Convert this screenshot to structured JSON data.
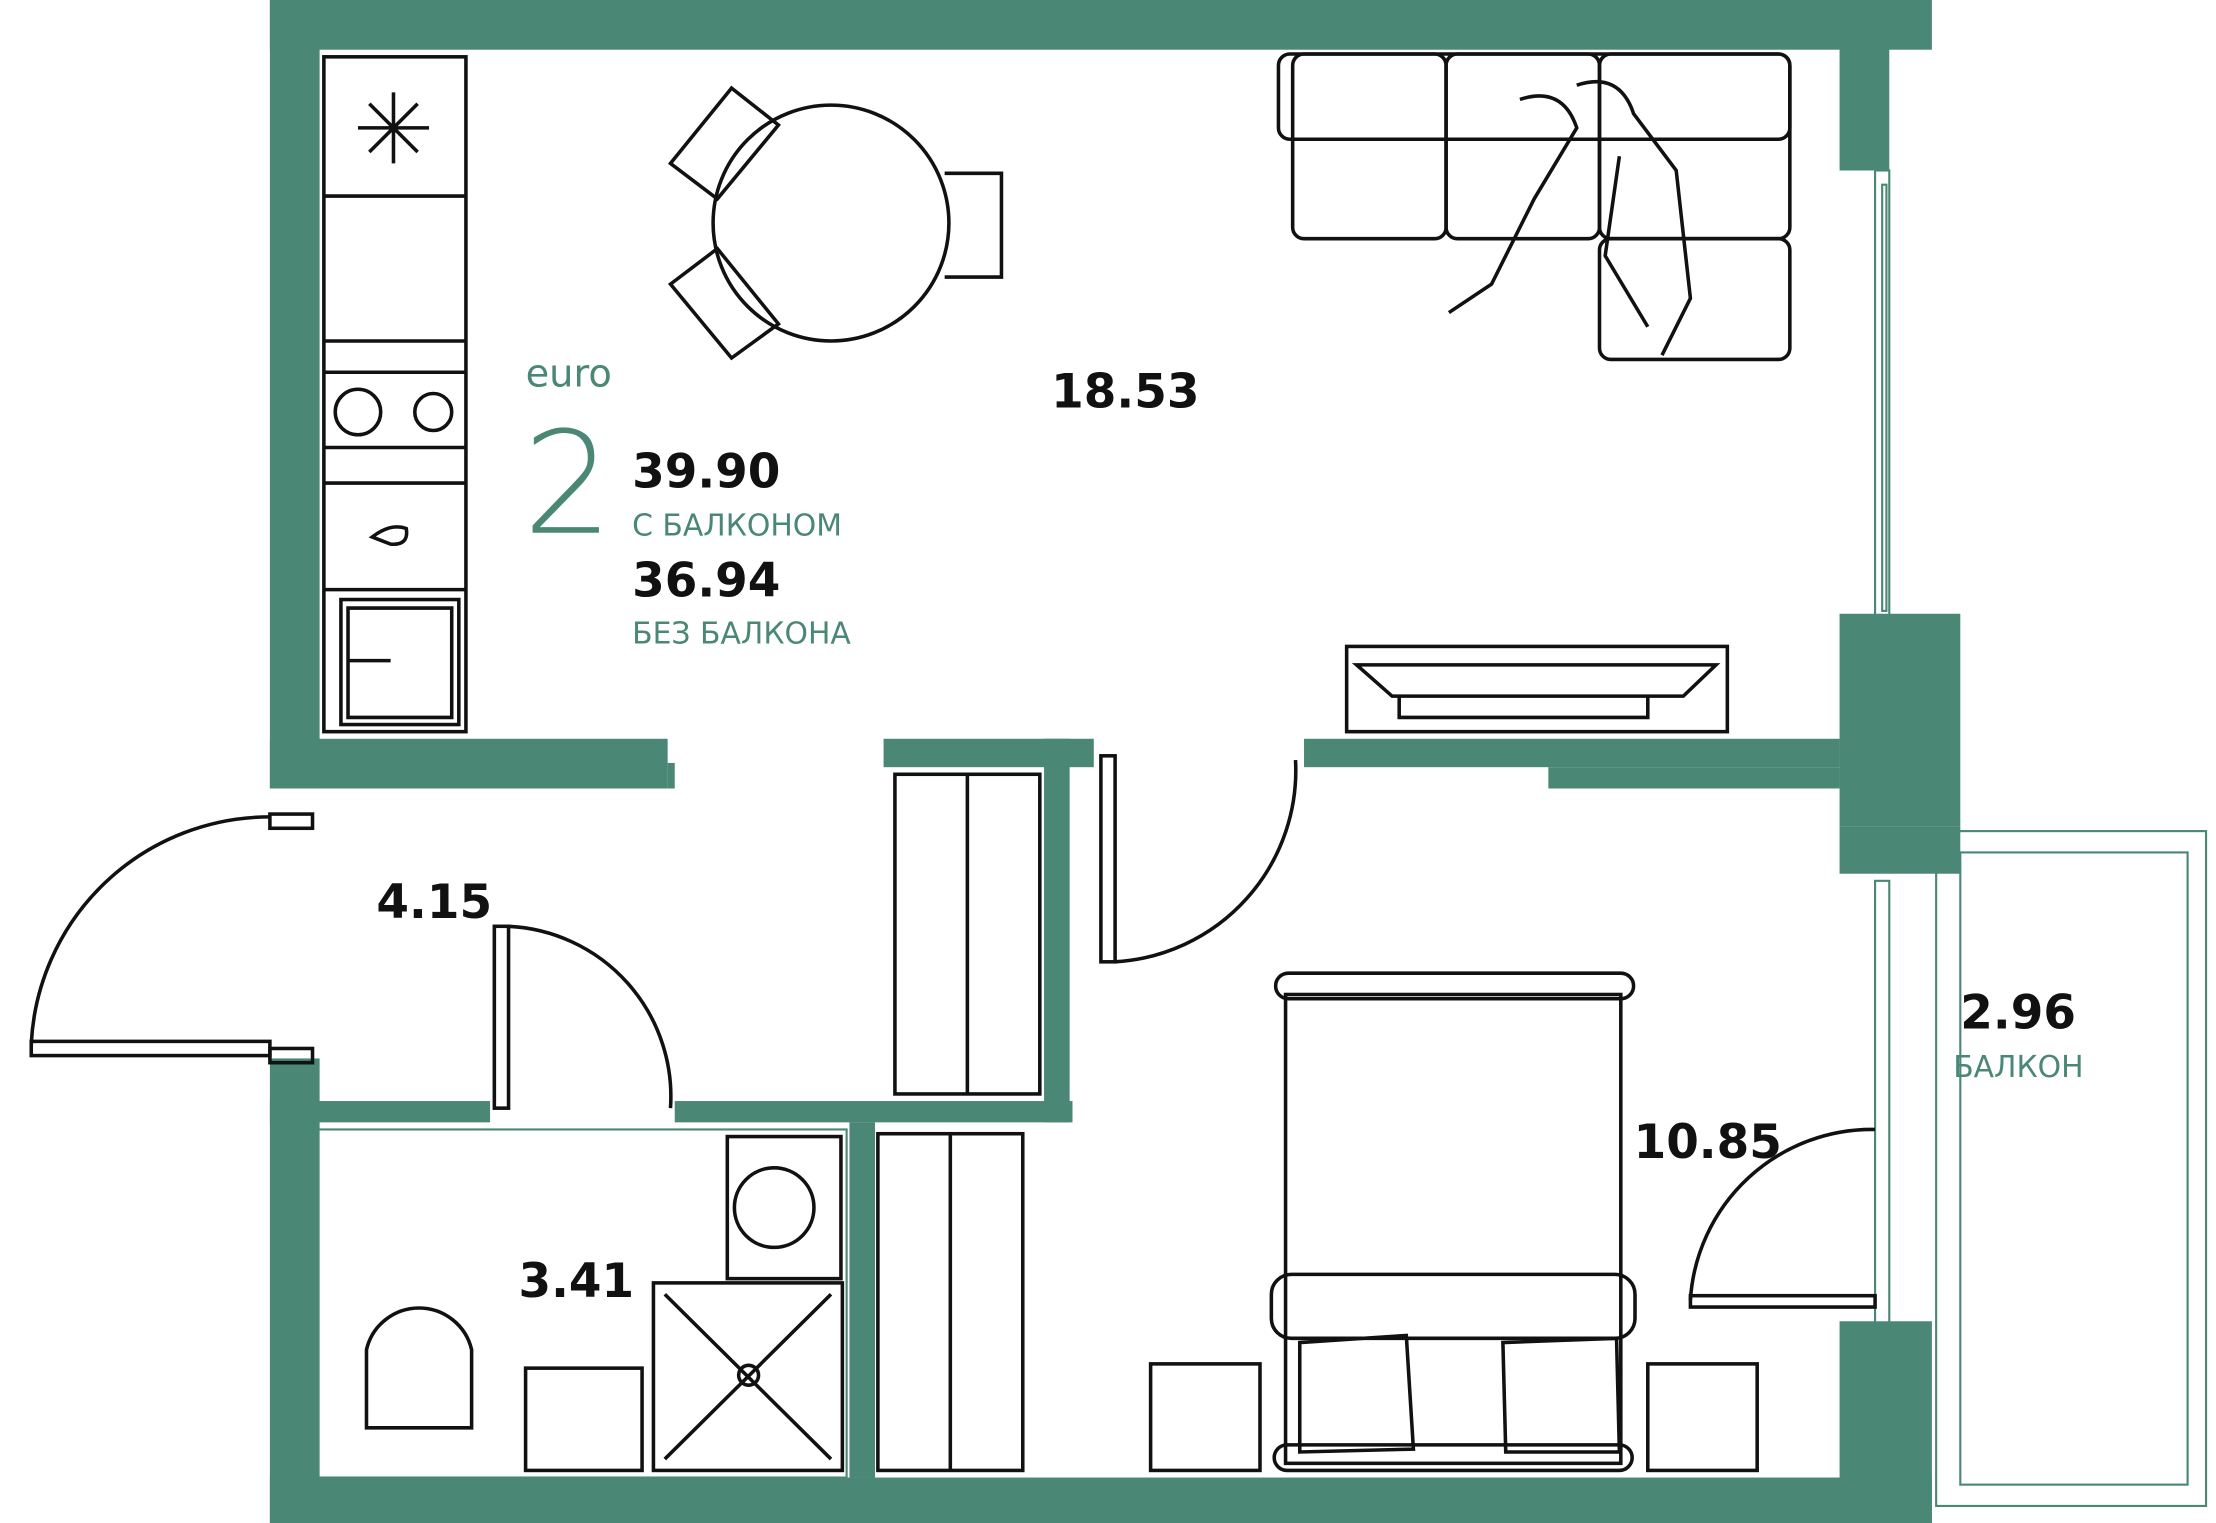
{
  "plan": {
    "type_label": "euro",
    "rooms_count": "2",
    "total_with_balcony": "39.90",
    "with_balcony_label": "С БАЛКОНОМ",
    "total_without_balcony": "36.94",
    "without_balcony_label": "БЕЗ БАЛКОНА"
  },
  "rooms": {
    "living": "18.53",
    "hall": "4.15",
    "bathroom": "3.41",
    "bedroom": "10.85",
    "balcony": "2.96",
    "balcony_label": "БАЛКОН"
  },
  "colors": {
    "wall": "#4a8775"
  }
}
